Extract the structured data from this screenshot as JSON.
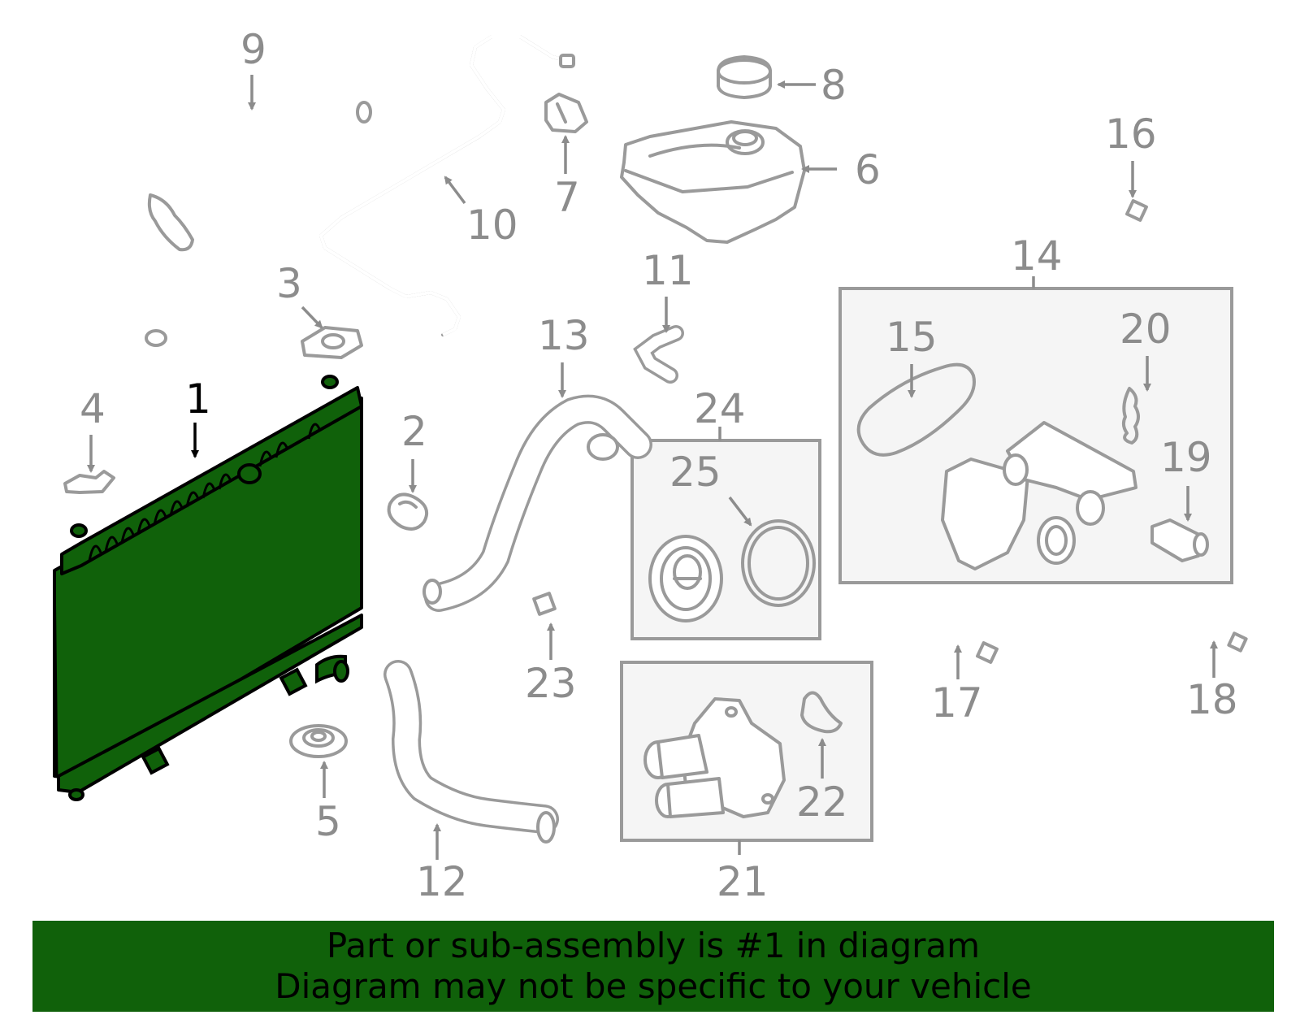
{
  "diagram": {
    "selected_part": "1",
    "highlight_color": "#10610a",
    "callouts": [
      "1",
      "2",
      "3",
      "4",
      "5",
      "6",
      "7",
      "8",
      "9",
      "10",
      "11",
      "12",
      "13",
      "14",
      "15",
      "16",
      "17",
      "18",
      "19",
      "20",
      "21",
      "22",
      "23",
      "24",
      "25"
    ],
    "parts": {
      "p1": "radiator",
      "p2": "hose-clamp",
      "p3": "mount-bracket",
      "p4": "sensor",
      "p5": "mount-insulator",
      "p6": "coolant-reservoir",
      "p7": "connector",
      "p8": "reservoir-cap",
      "p9": "upper-hose",
      "p10": "bypass-tube",
      "p11": "small-hose",
      "p12": "lower-hose",
      "p13": "radiator-hose",
      "p14": "water-pump-assembly",
      "p15": "gasket",
      "p16": "bolt",
      "p17": "bolt",
      "p18": "stud",
      "p19": "temperature-sensor",
      "p20": "clip",
      "p21": "thermostat-housing-assembly",
      "p22": "gasket",
      "p23": "bolt",
      "p24": "thermostat-assembly",
      "p25": "seal"
    }
  },
  "banner": {
    "line1": "Part or sub-assembly is #1 in diagram",
    "line2": "Diagram may not be specific to your vehicle",
    "background": "#10610a"
  }
}
